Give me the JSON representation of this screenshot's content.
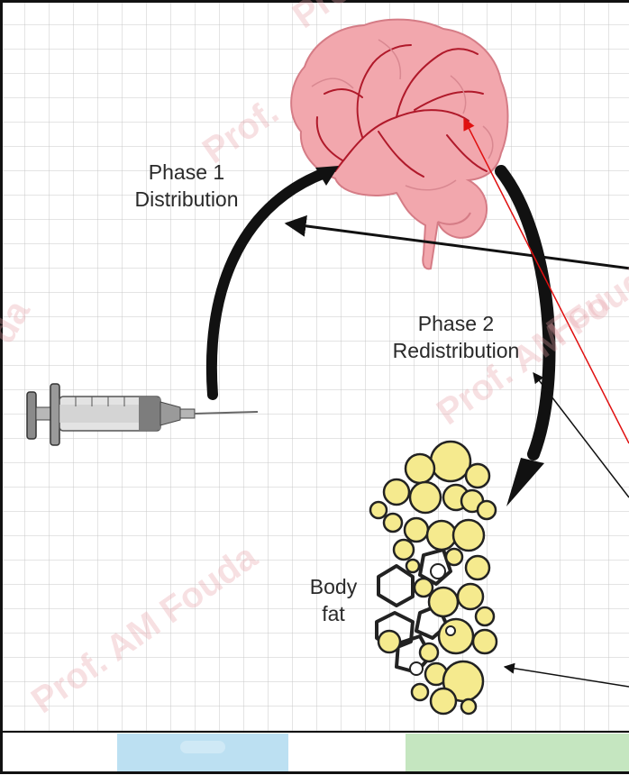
{
  "labels": {
    "phase1_line1": "Phase 1",
    "phase1_line2": "Distribution",
    "phase2_line1": "Phase 2",
    "phase2_line2": "Redistribution",
    "fat_line1": "Body",
    "fat_line2": "fat"
  },
  "watermarks": [
    "Prof.",
    "Prof. AM Fouda",
    "Prof. AM Fouda",
    "Prof. AM Fouda",
    "da",
    "Fou"
  ],
  "illustrations": [
    "brain",
    "syringe",
    "body-fat-cells"
  ],
  "colors": {
    "grid": "#c9c9c9",
    "brain": "#f2a7ad",
    "brain_vessels": "#b0192a",
    "fat_cell": "#f5ea8e",
    "arrow": "#111111",
    "pointer_red": "#e01010",
    "watermark": "#e7a1a8",
    "banner_blue": "#a6d6ee",
    "banner_green": "#b6e0b0"
  }
}
